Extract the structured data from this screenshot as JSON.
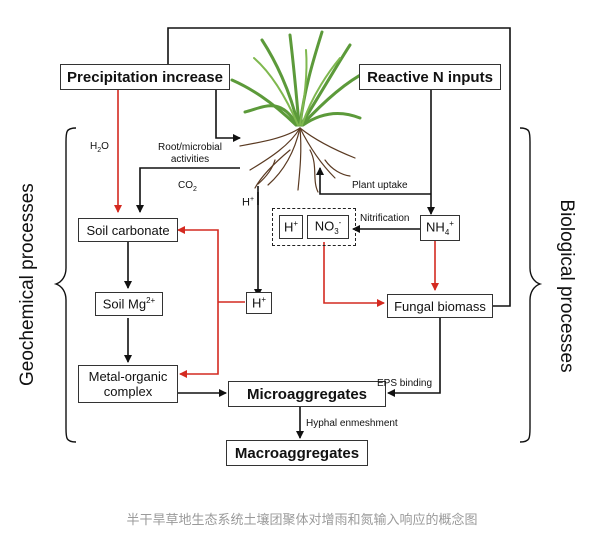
{
  "boxes": {
    "precipitation": "Precipitation increase",
    "reactive_n": "Reactive N inputs",
    "soil_carbonate": "Soil carbonate",
    "soil_mg": "Soil Mg",
    "soil_mg_sup": "2+",
    "metal_organic_line1": "Metal-organic",
    "metal_organic_line2": "complex",
    "h_plus_box": "H",
    "h_plus_sup": "+",
    "h_plus_inner": "H",
    "no3": "NO",
    "no3_sub": "3",
    "no3_sup": "-",
    "nh4": "NH",
    "nh4_sub": "4",
    "nh4_sup": "+",
    "fungal": "Fungal biomass",
    "microaggregates": "Microaggregates",
    "macroaggregates": "Macroaggregates"
  },
  "labels": {
    "h2o": "H",
    "h2o_sub": "2",
    "h2o_tail": "O",
    "root_microbial_1": "Root/microbial",
    "root_microbial_2": "activities",
    "co2": "CO",
    "co2_sub": "2",
    "h_plus_label": "H",
    "h_plus_label_sup": "+",
    "plant_uptake": "Plant uptake",
    "nitrification": "Nitrification",
    "eps_binding": "EPS binding",
    "hyphal": "Hyphal enmeshment"
  },
  "side_labels": {
    "left": "Geochemical processes",
    "right": "Biological processes"
  },
  "caption": "半干旱草地生态系统土壤团聚体对增雨和氮输入响应的概念图",
  "colors": {
    "black_arrow": "#111111",
    "red_arrow": "#d42a20",
    "plant_green": "#5c9a3a",
    "root_brown": "#5a3a22"
  },
  "icons": {
    "plant": "grass-plant-with-roots-image"
  }
}
